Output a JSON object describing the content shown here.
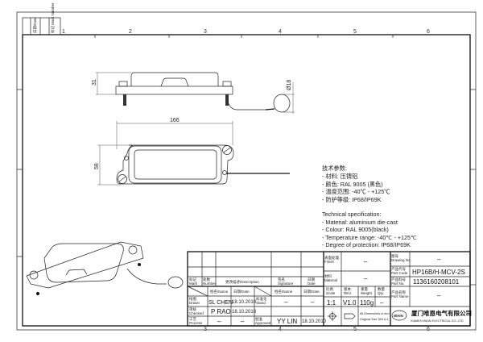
{
  "frame": {
    "columns": [
      "1",
      "2",
      "3",
      "4",
      "5",
      "6"
    ],
    "corner_labels": [
      "日期/Date",
      "标记 Mark Number"
    ]
  },
  "dimensions": {
    "height_side": "31",
    "loop_diameter": "Ø18",
    "length": "166",
    "width": "58"
  },
  "spec_cn": {
    "title": "技术参数:",
    "lines": [
      "- 材料: 压铸铝",
      "- 颜色: RAL 9005 (黑色)",
      "- 温度范围: -40℃ - +125℃",
      "- 防护等级: IP68/IP69K"
    ]
  },
  "spec_en": {
    "title": "Technical specification:",
    "lines": [
      "- Material: aluminium die-cast",
      "- Colour: RAL 9005(black)",
      "- Temperature range: -40℃ - +125℃",
      "- Degree of protection: IP68/IP69K"
    ]
  },
  "title_block": {
    "rev_header": {
      "mark": "标记 Mark",
      "number": "处数 Number",
      "description": "更改描述/Description",
      "signature": "签名 Signature",
      "date": "日期 Date"
    },
    "name_header": {
      "name1": "姓名/Name",
      "date1": "日期/Date",
      "name2": "姓名/Name",
      "date2": "日期/Date"
    },
    "drawn": {
      "label": "绘图 Drawn",
      "name": "SL CHEN",
      "date": "18.10.2010",
      "std_label": "标准化 Stand",
      "std_name": "–",
      "std_date": "–"
    },
    "checked": {
      "label": "审核 Checked",
      "name": "P RAO",
      "date": "18.10.2010"
    },
    "process": {
      "label": "工艺 Process",
      "name": "–",
      "date": "–",
      "appr_label": "批准 Approved",
      "appr_name": "YY LIN",
      "appr_date": "18.10.2010"
    },
    "finish": {
      "label": "表面处理 Finish",
      "value": "–"
    },
    "material": {
      "label": "材料 Material",
      "value": "–"
    },
    "scale": {
      "label": "比例 Scale",
      "value": "1:1"
    },
    "rev": {
      "label": "版本 REV.",
      "value": "V1.0"
    },
    "weight": {
      "label": "重量 Weight",
      "value": "110g"
    },
    "qty": {
      "label": "数量 Qty.",
      "value": "–"
    },
    "dims_note": [
      "All Dimensions in mm",
      "Original Size DIN A 4"
    ],
    "drawing_no": {
      "label": "图号 Drawing No.",
      "value": "–"
    },
    "part_code": {
      "label": "产品代号 Part Code",
      "value": "HP16B/H-MCV-2S"
    },
    "part_no": {
      "label": "产品料号 Part No.",
      "value": "1136160208101"
    },
    "part_name": {
      "label": "产品名称 Part Name",
      "value": "–"
    },
    "company_cn": "厦门唯恩电气有限公司",
    "company_en": "XIAMEN WAIN ELECTRICAL CO.,LTD",
    "logo": "WAIN"
  }
}
